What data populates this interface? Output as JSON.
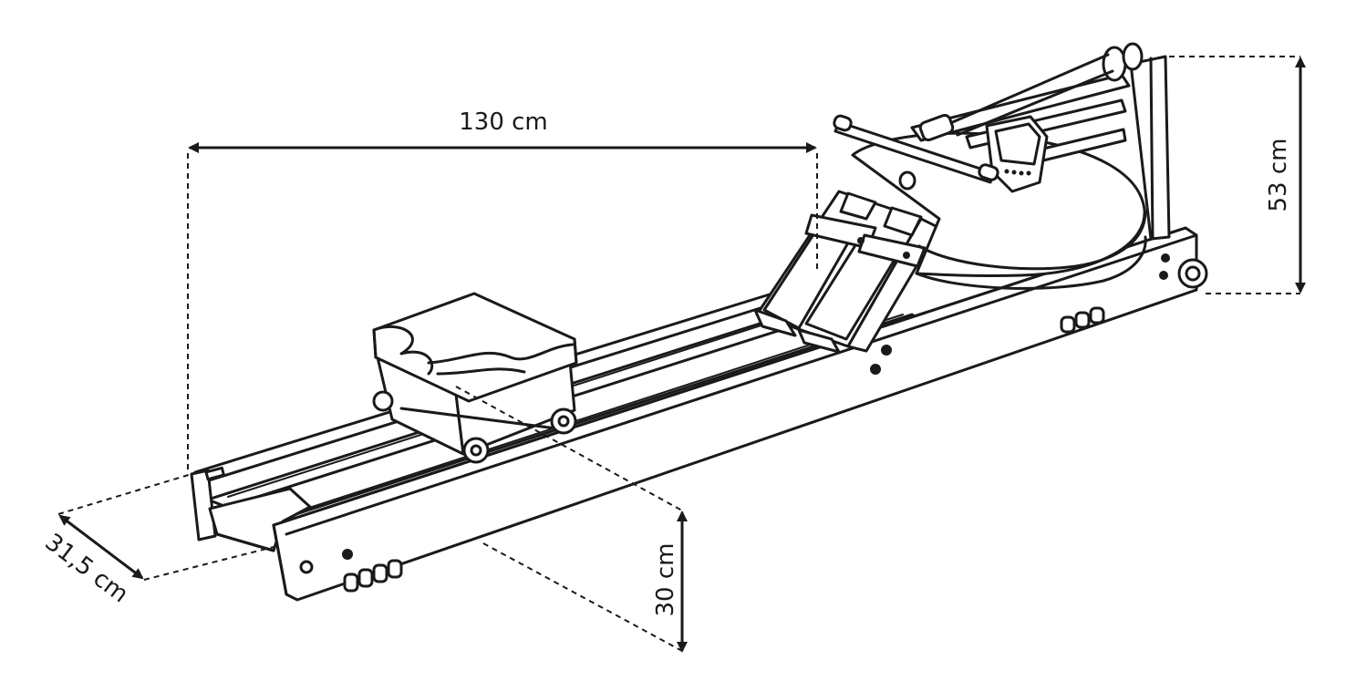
{
  "dimensions": {
    "length": "130 cm",
    "height": "53 cm",
    "seat_height": "30 cm",
    "width": "31,5 cm"
  },
  "colors": {
    "line": "#1a1a1a",
    "background": "#ffffff"
  }
}
